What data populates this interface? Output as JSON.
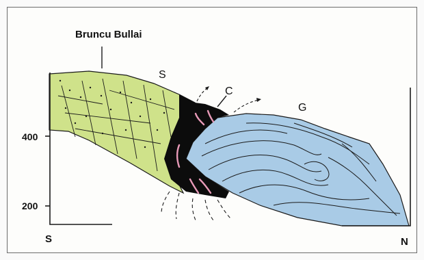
{
  "title": "Bruncu Bullai",
  "units": {
    "S": "S",
    "C": "C",
    "G": "G"
  },
  "elevation_ticks": [
    "400",
    "200"
  ],
  "directions": {
    "left": "S",
    "right": "N"
  },
  "colors": {
    "green_unit": "#cfe28a",
    "blue_unit": "#a9cbe6",
    "core": "#0c0c0c",
    "pink_veins": "#e89ab8",
    "lines": "#1a1a1a"
  }
}
